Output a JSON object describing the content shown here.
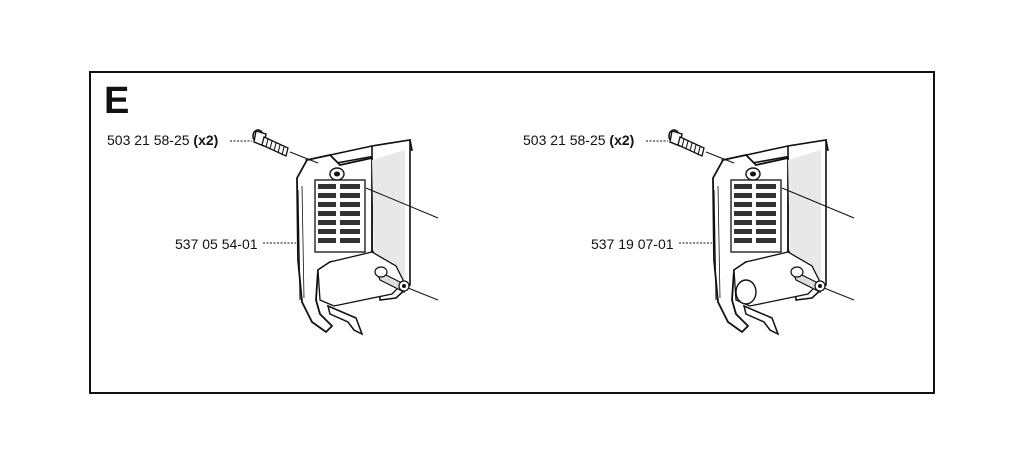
{
  "section": {
    "letter": "E"
  },
  "assemblies": [
    {
      "screw_part": "503 21 58-25",
      "screw_qty": "(x2)",
      "cover_part": "537 05 54-01"
    },
    {
      "screw_part": "503 21 58-25",
      "screw_qty": "(x2)",
      "cover_part": "537 19 07-01"
    }
  ],
  "colors": {
    "line": "#111111",
    "fill": "#ffffff",
    "shade": "#dcdcdc"
  }
}
